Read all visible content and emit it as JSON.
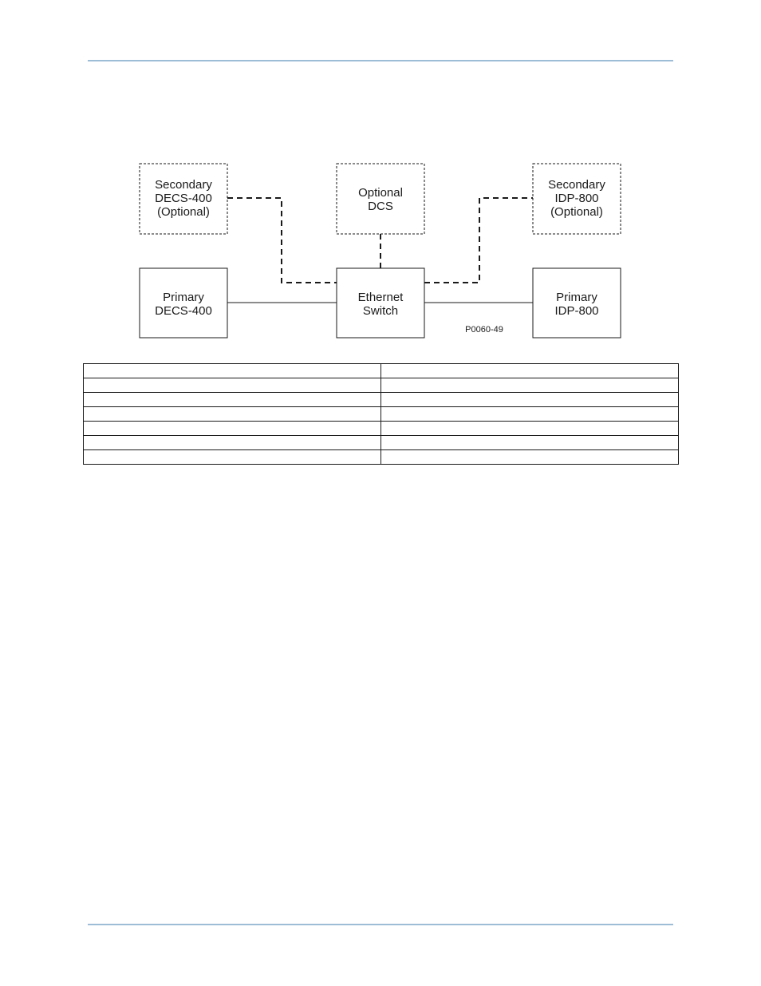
{
  "diagram": {
    "figure_code": "P0060-49",
    "nodes": [
      {
        "id": "secondary-decs",
        "lines": [
          "Secondary",
          "DECS-400",
          "(Optional)"
        ],
        "style": "dashed"
      },
      {
        "id": "optional-dcs",
        "lines": [
          "Optional",
          "DCS"
        ],
        "style": "dashed"
      },
      {
        "id": "secondary-idp",
        "lines": [
          "Secondary",
          "IDP-800",
          "(Optional)"
        ],
        "style": "dashed"
      },
      {
        "id": "primary-decs",
        "lines": [
          "Primary",
          "DECS-400"
        ],
        "style": "solid"
      },
      {
        "id": "ethernet-switch",
        "lines": [
          "Ethernet",
          "Switch"
        ],
        "style": "solid"
      },
      {
        "id": "primary-idp",
        "lines": [
          "Primary",
          "IDP-800"
        ],
        "style": "solid"
      }
    ],
    "edges": [
      {
        "from": "primary-decs",
        "to": "ethernet-switch",
        "style": "solid"
      },
      {
        "from": "ethernet-switch",
        "to": "primary-idp",
        "style": "solid"
      },
      {
        "from": "secondary-decs",
        "to": "ethernet-switch",
        "style": "dashed"
      },
      {
        "from": "optional-dcs",
        "to": "ethernet-switch",
        "style": "dashed"
      },
      {
        "from": "secondary-idp",
        "to": "ethernet-switch",
        "style": "dashed"
      }
    ]
  },
  "table": {
    "rows": [
      [
        "",
        ""
      ],
      [
        "",
        ""
      ],
      [
        "",
        ""
      ],
      [
        "",
        ""
      ],
      [
        "",
        ""
      ],
      [
        "",
        ""
      ],
      [
        "",
        ""
      ]
    ]
  }
}
